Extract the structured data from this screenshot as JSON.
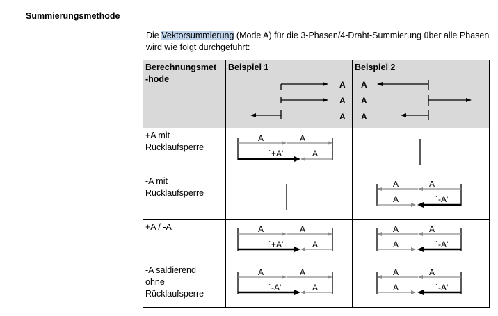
{
  "heading": "Summierungsmethode",
  "intro": {
    "before": "Die ",
    "highlight": "Vektorsummierung",
    "after": " (Mode A) für die 3-Phasen/4-Draht-Summierung über alle Phasen wird wie folgt durchgeführt:"
  },
  "table": {
    "headers": {
      "method_line1": "Berechnungsmet",
      "method_line2": "-hode",
      "example1": "Beispiel 1",
      "example2": "Beispiel 2"
    },
    "rows": [
      {
        "label_lines": [
          "+A mit",
          "Rücklaufsperre"
        ]
      },
      {
        "label_lines": [
          "-A mit",
          "Rücklaufsperre"
        ]
      },
      {
        "label_lines": [
          "+A / -A"
        ]
      },
      {
        "label_lines": [
          "-A saldierend",
          "ohne",
          "Rücklaufsperre"
        ]
      }
    ],
    "labels": {
      "a": "A",
      "plus_a": "`+A'",
      "minus_a": "`-A'"
    },
    "colors": {
      "grey_arrow": "#8c8c8c",
      "black_arrow": "#000000",
      "header_bg": "#d9d9d9"
    }
  }
}
